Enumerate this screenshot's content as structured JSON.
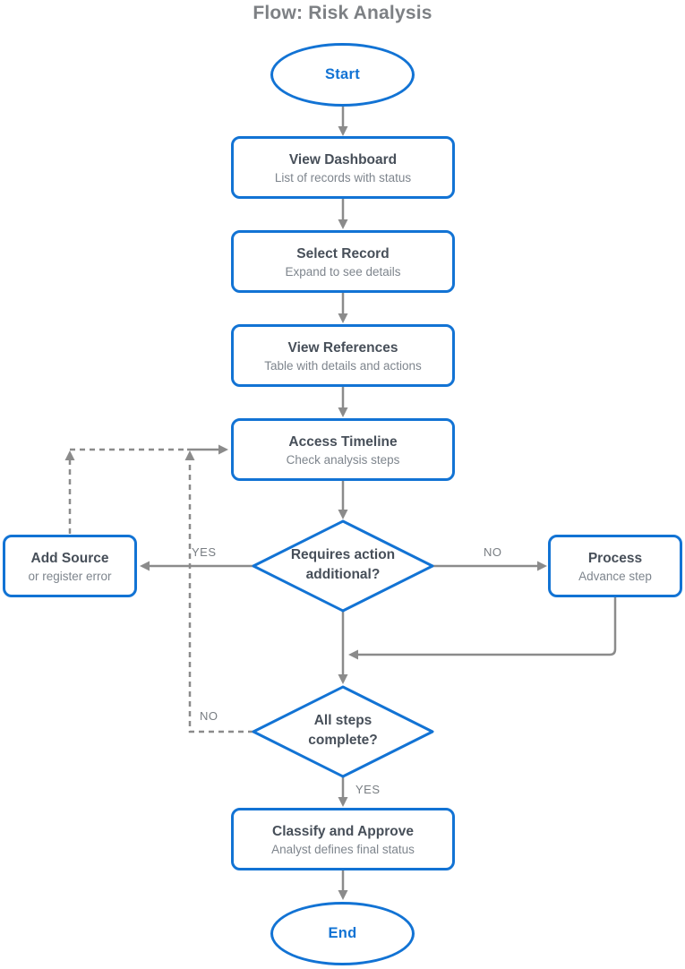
{
  "title": "Flow: Risk Analysis",
  "colors": {
    "accent_blue": "#1273d4",
    "connector_gray": "#8b8b8b",
    "heading_text": "#474f59",
    "subtitle_text": "#7e858d",
    "title_text": "#7d8084"
  },
  "nodes": {
    "start": {
      "label": "Start"
    },
    "view_dashboard": {
      "title": "View Dashboard",
      "subtitle": "List of records with status"
    },
    "select_record": {
      "title": "Select Record",
      "subtitle": "Expand to see details"
    },
    "view_references": {
      "title": "View References",
      "subtitle": "Table with details and actions"
    },
    "access_timeline": {
      "title": "Access Timeline",
      "subtitle": "Check analysis steps"
    },
    "decision_requires_action": {
      "line1": "Requires action",
      "line2": "additional?"
    },
    "add_source": {
      "title": "Add Source",
      "subtitle": "or register error"
    },
    "process": {
      "title": "Process",
      "subtitle": "Advance step"
    },
    "decision_all_steps": {
      "line1": "All steps",
      "line2": "complete?"
    },
    "classify_approve": {
      "title": "Classify and Approve",
      "subtitle": "Analyst defines final status"
    },
    "end": {
      "label": "End"
    }
  },
  "edge_labels": {
    "requires_action_yes": "YES",
    "requires_action_no": "NO",
    "all_steps_no": "NO",
    "all_steps_yes": "YES"
  }
}
